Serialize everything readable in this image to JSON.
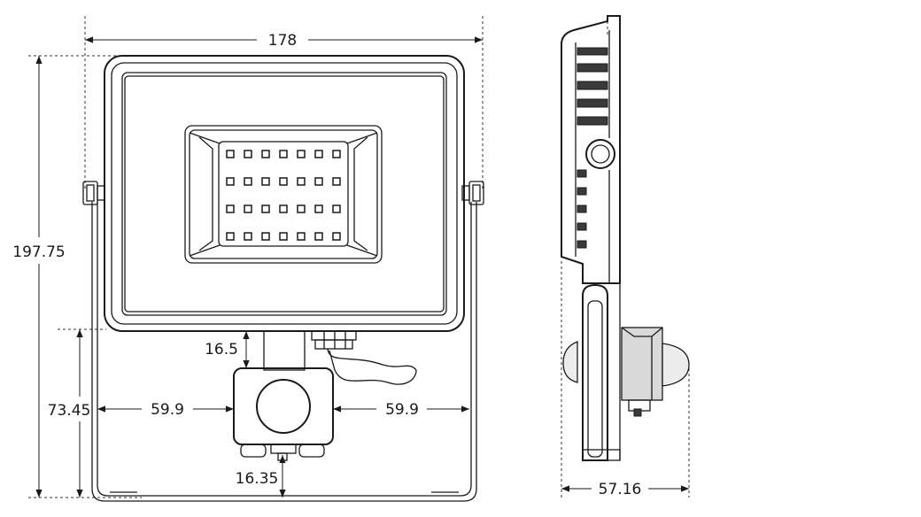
{
  "dimensions": {
    "width": "178",
    "height": "197.75",
    "bracket_height": "73.45",
    "sensor_gap": "16.5",
    "left_offset": "59.9",
    "right_offset": "59.9",
    "sensor_bottom": "16.35",
    "depth": "57.16"
  },
  "led_grid": {
    "rows": 4,
    "cols": 7
  }
}
